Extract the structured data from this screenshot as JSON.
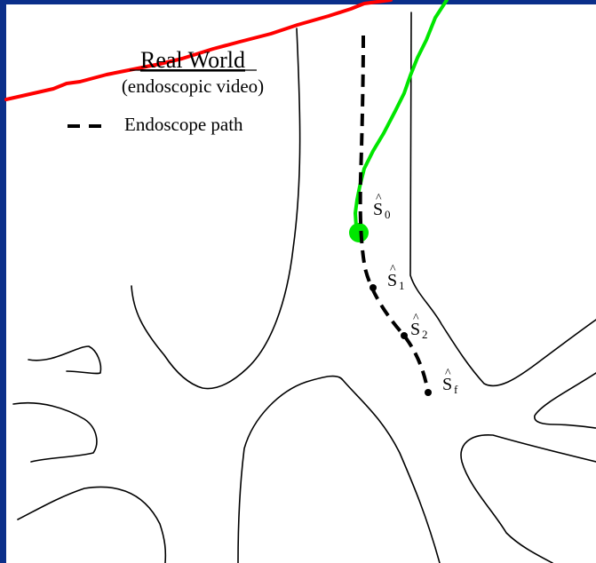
{
  "legend": {
    "title": "Real World",
    "subtitle": "(endoscopic video)",
    "path_label": "Endoscope path"
  },
  "states": [
    {
      "id": "s0",
      "symbol": "S",
      "hat": "^",
      "subscript": "0"
    },
    {
      "id": "s1",
      "symbol": "S",
      "hat": "^",
      "subscript": "1"
    },
    {
      "id": "s2",
      "symbol": "S",
      "hat": "^",
      "subscript": "2"
    },
    {
      "id": "sf",
      "symbol": "S",
      "hat": "^",
      "subscript": "f"
    }
  ],
  "colors": {
    "frame": "#0b2f8a",
    "background": "#ffffff",
    "airway": "#000000",
    "red_track": "#ff0000",
    "green_track": "#00e600",
    "path": "#000000"
  }
}
